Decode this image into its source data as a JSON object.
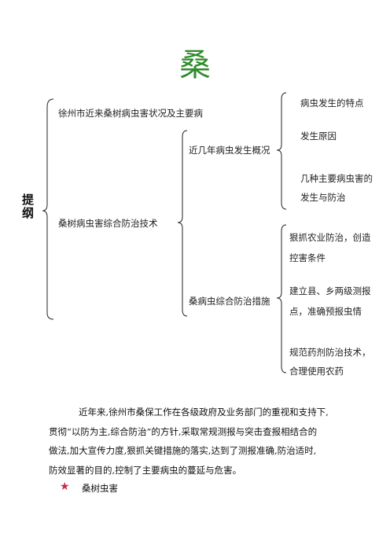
{
  "title": "桑",
  "outline_label": [
    "提",
    "纲"
  ],
  "level1": [
    "徐州市近来桑树病虫害状况及主要病",
    "桑树病虫害综合防治技术"
  ],
  "level2": [
    "近几年病虫发生概况",
    "桑病虫综合防治措施"
  ],
  "level3_top": [
    "病虫发生的特点",
    "发生原因",
    "几种主要病虫害的",
    "发生与防治"
  ],
  "level3_bottom": [
    "狠抓农业防治，创造",
    "控害条件",
    "建立县、乡两级测报",
    "点，准确预报虫情",
    "规范药剂防治技术，",
    "合理使用农药"
  ],
  "paragraph": [
    "近年来,徐州市桑保工作在各级政府及业务部门的重视和支持下,",
    "贯彻“以防为主,综合防治”的方针,采取常规测报与突击查报相结合的",
    "做法,加大宣传力度,狠抓关键措施的落实,达到了测报准确,防治适时,",
    "防效显著的目的,控制了主要病虫的蔓延与危害。"
  ],
  "section_heading": "桑树虫害",
  "colors": {
    "title": "#2f8a2a",
    "star": "#c0304a"
  }
}
